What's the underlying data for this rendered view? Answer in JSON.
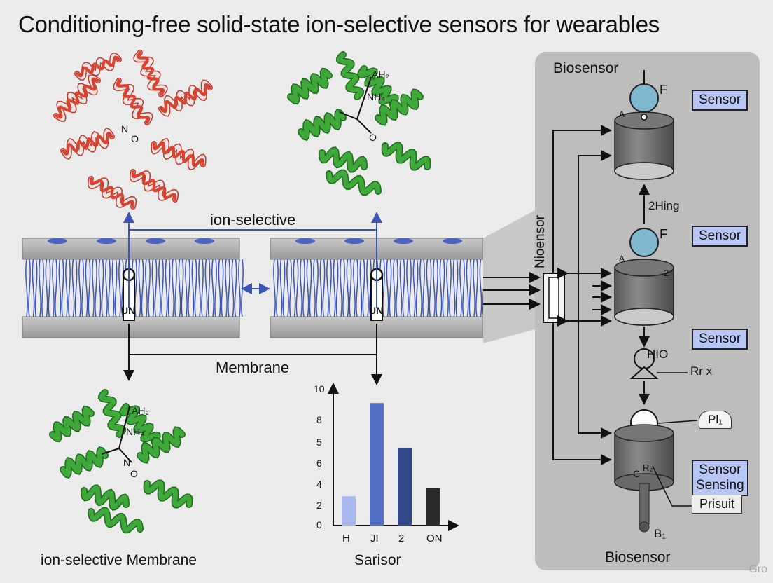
{
  "title": "Conditioning-free solid-state ion-selective sensors for wearables",
  "membrane_labels": {
    "top": "ion-selective",
    "middle": "Membrane",
    "bottom_left": "ion-selective Membrane",
    "channel_left": "UN",
    "channel_right": "UN"
  },
  "protein_labels": {
    "top_left": [
      "N",
      "O"
    ],
    "top_right": [
      "AH₂",
      "NH₄",
      "O"
    ],
    "bottom_left": [
      "AH₂",
      "NH₄",
      "N",
      "O"
    ]
  },
  "chart_data": {
    "type": "bar",
    "title": "Sarisor",
    "categories": [
      "H",
      "JI",
      "2",
      "ON"
    ],
    "values": [
      2.2,
      9.2,
      5.8,
      2.8
    ],
    "colors": [
      "#a9b9f0",
      "#5470c6",
      "#324a8c",
      "#2b2b2b"
    ],
    "yticks": [
      "0",
      "2",
      "4",
      "6",
      "5",
      "8",
      "10"
    ],
    "ylim": [
      0,
      10
    ]
  },
  "biosensor": {
    "title_top": "Biosensor",
    "title_bottom": "Biosensor",
    "side_label": "Nioensor",
    "hinge_label": "2Hing",
    "f_label_1": "F",
    "f_label_2": "F",
    "a_label_1": "A",
    "a_label_2": "A",
    "two_label": "2",
    "valve_label": "HIO",
    "rr_label": "Rr x",
    "pi_label": "Pl₁",
    "c_label": "C",
    "r_label": "R₂",
    "b_label": "B₁",
    "sensor_boxes": [
      "Sensor",
      "Sensor",
      "Sensor"
    ],
    "sensing_box": [
      "Sensor",
      "Sensing"
    ],
    "prisuit_box": "Prisuit"
  },
  "watermark": "Gro"
}
